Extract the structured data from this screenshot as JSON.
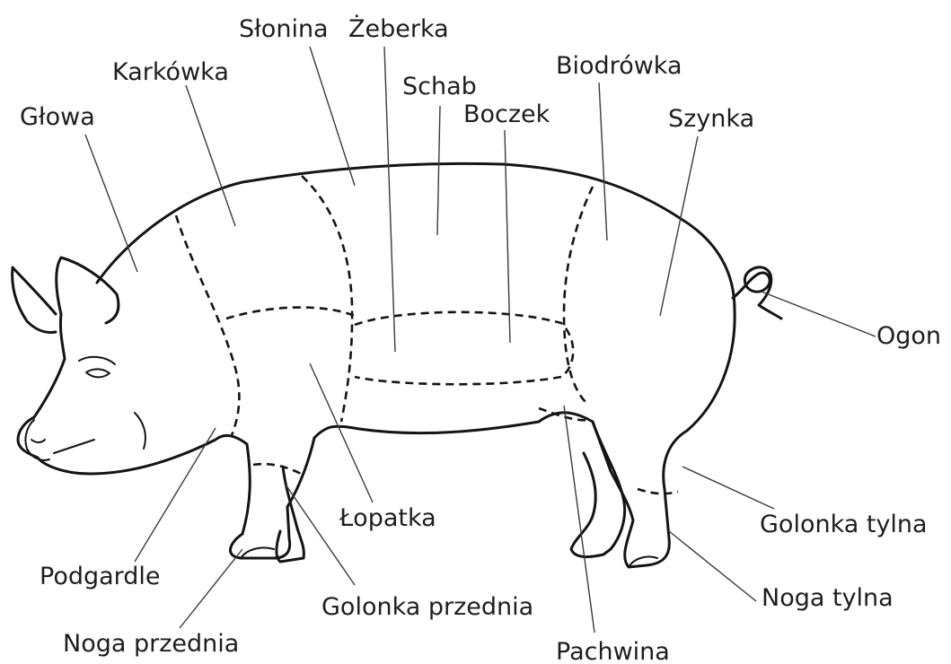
{
  "diagram": {
    "labels": {
      "glowa": "Głowa",
      "karkowka": "Karkówka",
      "slonina": "Słonina",
      "zeberka": "Żeberka",
      "schab": "Schab",
      "boczek": "Boczek",
      "biodrowka": "Biodrówka",
      "szynka": "Szynka",
      "ogon": "Ogon",
      "podgardle": "Podgardle",
      "noga_przednia": "Noga przednia",
      "lopatka": "Łopatka",
      "golonka_przednia": "Golonka przednia",
      "pachwina": "Pachwina",
      "golonka_tylna": "Golonka tylna",
      "noga_tylna": "Noga tylna"
    }
  }
}
